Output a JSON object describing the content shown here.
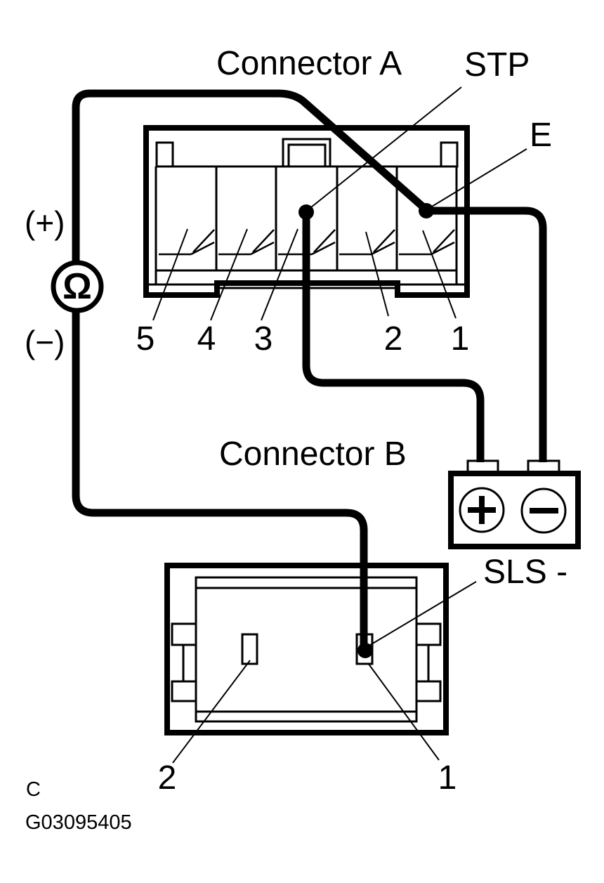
{
  "figure": {
    "colors": {
      "line": "#000000",
      "background": "#ffffff"
    },
    "connector_a": {
      "title": "Connector A",
      "terminal_stp_label": "STP",
      "terminal_e_label": "E",
      "pin_labels": [
        "5",
        "4",
        "3",
        "2",
        "1"
      ]
    },
    "connector_b": {
      "title": "Connector B",
      "terminal_sls_label": "SLS -",
      "pin_labels": [
        "2",
        "1"
      ]
    },
    "ohmmeter": {
      "symbol": "Ω",
      "positive_lead_label": "(+)",
      "negative_lead_label": "(−)"
    },
    "footer": {
      "figure_letter": "C",
      "figure_id": "G03095405"
    }
  }
}
